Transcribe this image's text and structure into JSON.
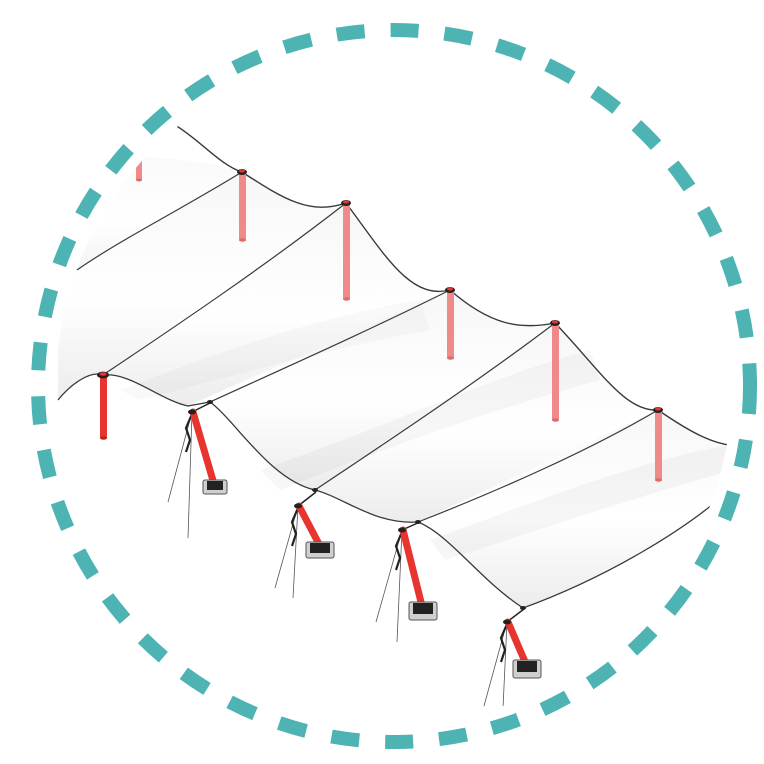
{
  "diagram": {
    "subject": "tensile-membrane-canopy",
    "colors": {
      "frame_ring": "#4db3b3",
      "mast": "#e8342e",
      "mast_far": "#f08a8a",
      "membrane_light": "#fbfbfb",
      "membrane_shade": "#e2e2e2",
      "edge_cable": "#3a3a3a",
      "tie_cable": "#555555",
      "footing": "#cfcfcf"
    },
    "counts": {
      "back_masts": 6,
      "front_raking_masts": 4
    }
  }
}
